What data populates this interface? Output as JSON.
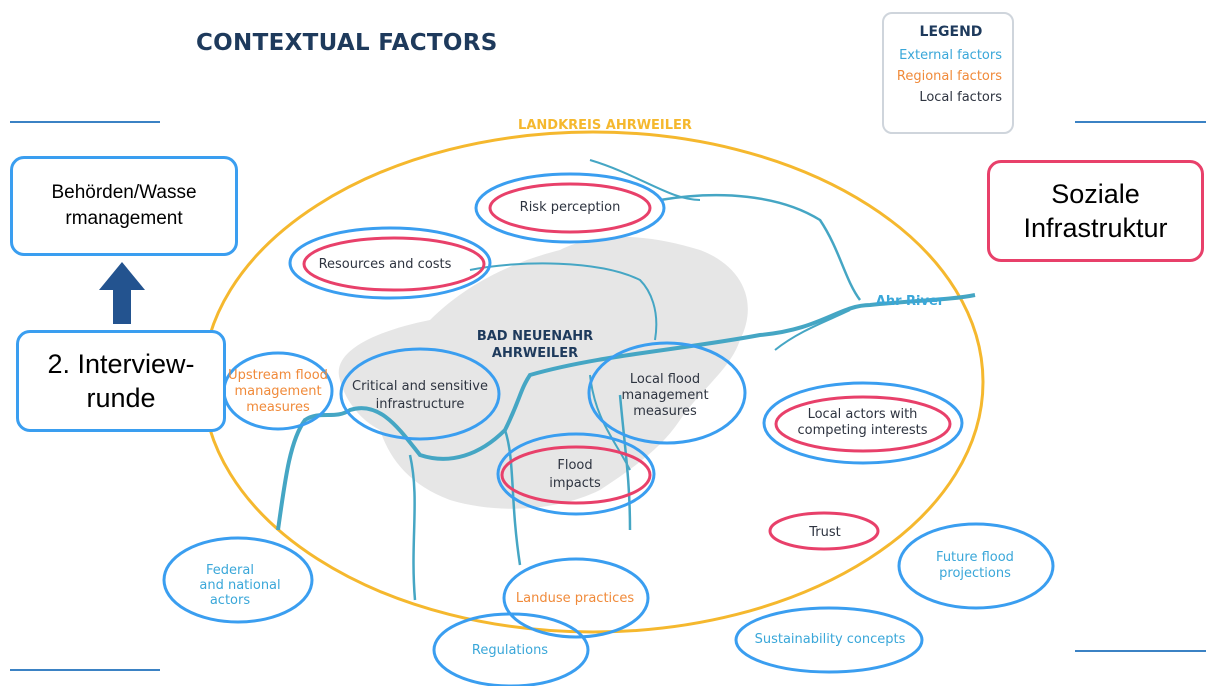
{
  "title": "CONTEXTUAL FACTORS",
  "legend": {
    "title": "LEGEND",
    "items": [
      {
        "label": "External factors",
        "color": "#3aa7d9"
      },
      {
        "label": "Regional factors",
        "color": "#f08a3a"
      },
      {
        "label": "Local factors",
        "color": "#2e3440"
      }
    ]
  },
  "region": {
    "outer": "LANDKREIS AHRWEILER",
    "city_line1": "BAD NEUENAHR",
    "city_line2": "AHRWEILER",
    "river": "Ahr River"
  },
  "factors": {
    "risk_perception": "Risk perception",
    "resources_costs": "Resources and costs",
    "upstream_1": "Upstream flood",
    "upstream_2": "management",
    "upstream_3": "measures",
    "critical_1": "Critical and sensitive",
    "critical_2": "infrastructure",
    "local_flood_1": "Local flood",
    "local_flood_2": "management",
    "local_flood_3": "measures",
    "local_actors_1": "Local actors with",
    "local_actors_2": "competing interests",
    "flood_impacts_1": "Flood",
    "flood_impacts_2": "impacts",
    "trust": "Trust",
    "federal_1": "Federal",
    "federal_2": "and national",
    "federal_3": "actors",
    "future_1": "Future flood",
    "future_2": "projections",
    "landuse": "Landuse practices",
    "regulations": "Regulations",
    "sustainability": "Sustainability concepts"
  },
  "annotations": {
    "behoerden_1": "Behörden/Wasse",
    "behoerden_2": "rmanagement",
    "interview_1": "2. Interview-",
    "interview_2": "runde",
    "soziale_1": "Soziale",
    "soziale_2": "Infrastruktur"
  }
}
